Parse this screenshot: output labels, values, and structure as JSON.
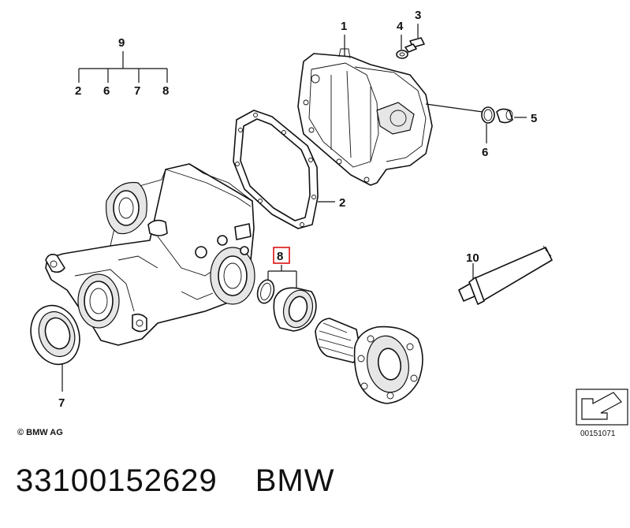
{
  "callouts": {
    "c1": "1",
    "c2_top": "2",
    "c2_group": "2",
    "c3": "3",
    "c4": "4",
    "c5": "5",
    "c6_group": "6",
    "c6_right": "6",
    "c7_group": "7",
    "c7_bottom": "7",
    "c8_group": "8",
    "c8_highlight": "8",
    "c9": "9",
    "c10": "10"
  },
  "copyright": "© BMW AG",
  "reference_code": "00151071",
  "footer": {
    "part_number": "33100152629",
    "brand": "BMW"
  },
  "colors": {
    "line": "#111111",
    "highlight": "#d11111"
  }
}
